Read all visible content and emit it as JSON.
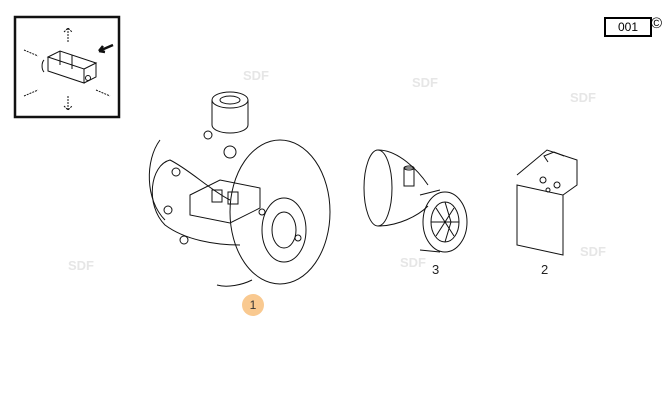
{
  "page": {
    "number": "001",
    "copyright_symbol": "©"
  },
  "callouts": [
    {
      "label": "1",
      "highlighted": true,
      "color": "#f9c990"
    },
    {
      "label": "3",
      "highlighted": false
    },
    {
      "label": "2",
      "highlighted": false
    }
  ],
  "watermark": "SDF",
  "icons": {
    "orientation_view": "orientation-box-icon"
  }
}
